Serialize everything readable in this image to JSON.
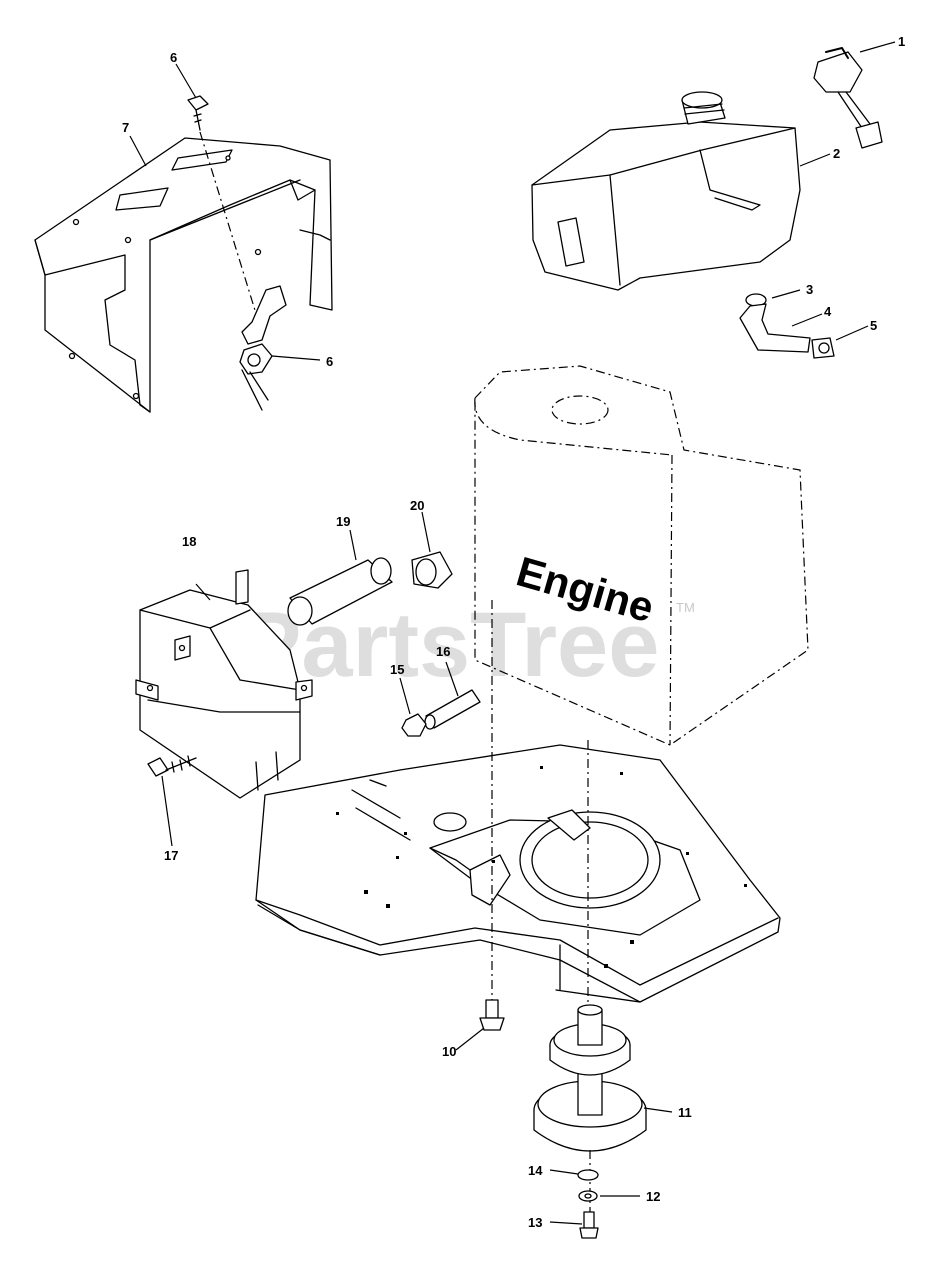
{
  "diagram": {
    "engine_label": "Engine",
    "watermark": "PartsTree",
    "watermark_tm": "TM",
    "callouts": [
      "1",
      "2",
      "3",
      "4",
      "5",
      "6",
      "7",
      "6",
      "10",
      "11",
      "12",
      "13",
      "14",
      "15",
      "16",
      "17",
      "18",
      "19",
      "20"
    ]
  }
}
